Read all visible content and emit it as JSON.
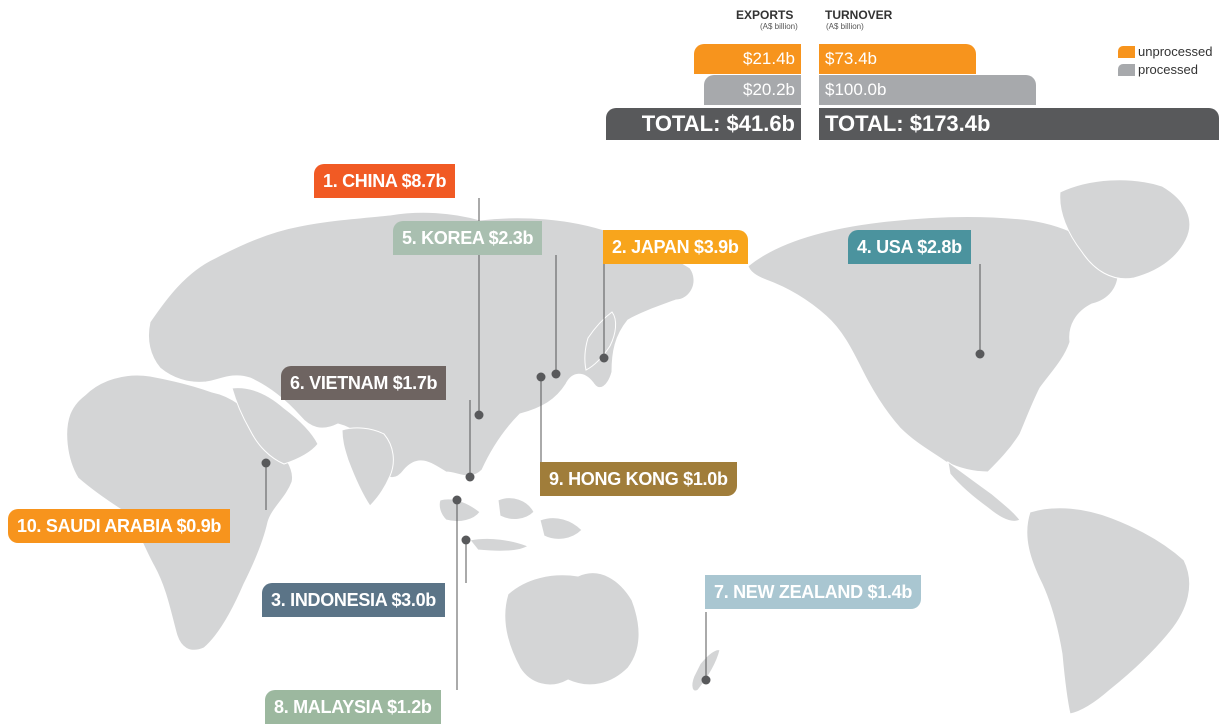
{
  "chart_data": {
    "type": "bar",
    "headers": {
      "exports": "EXPORTS",
      "exports_unit": "(A$ billion)",
      "turnover": "TURNOVER",
      "turnover_unit": "(A$ billion)"
    },
    "series": [
      {
        "name": "unprocessed",
        "color": "#f7941d",
        "exports_label": "$21.4b",
        "turnover_label": "$73.4b",
        "exports": 21.4,
        "turnover": 73.4
      },
      {
        "name": "processed",
        "color": "#a7a9ac",
        "exports_label": "$20.2b",
        "turnover_label": "$100.0b",
        "exports": 20.2,
        "turnover": 100.0
      }
    ],
    "totals": {
      "exports_label": "TOTAL: $41.6b",
      "turnover_label": "TOTAL: $173.4b",
      "exports": 41.6,
      "turnover": 173.4,
      "color": "#58595b"
    },
    "legend": {
      "placement": "top-right",
      "items": [
        "unprocessed",
        "processed"
      ]
    },
    "destinations": [
      {
        "rank": 1,
        "label": "1. CHINA $8.7b",
        "country": "CHINA",
        "value": 8.7,
        "color": "#f15a24"
      },
      {
        "rank": 2,
        "label": "2. JAPAN $3.9b",
        "country": "JAPAN",
        "value": 3.9,
        "color": "#f8a51c"
      },
      {
        "rank": 3,
        "label": "3. INDONESIA $3.0b",
        "country": "INDONESIA",
        "value": 3.0,
        "color": "#5b7487"
      },
      {
        "rank": 4,
        "label": "4. USA $2.8b",
        "country": "USA",
        "value": 2.8,
        "color": "#4b939e"
      },
      {
        "rank": 5,
        "label": "5. KOREA $2.3b",
        "country": "KOREA",
        "value": 2.3,
        "color": "#a9bfb0"
      },
      {
        "rank": 6,
        "label": "6. VIETNAM $1.7b",
        "country": "VIETNAM",
        "value": 1.7,
        "color": "#6e6461"
      },
      {
        "rank": 7,
        "label": "7. NEW ZEALAND $1.4b",
        "country": "NEW ZEALAND",
        "value": 1.4,
        "color": "#a9c6d1"
      },
      {
        "rank": 8,
        "label": "8. MALAYSIA $1.2b",
        "country": "MALAYSIA",
        "value": 1.2,
        "color": "#9cb89f"
      },
      {
        "rank": 9,
        "label": "9. HONG KONG $1.0b",
        "country": "HONG KONG",
        "value": 1.0,
        "color": "#a07d3a"
      },
      {
        "rank": 10,
        "label": "10. SAUDI ARABIA $0.9b",
        "country": "SAUDI ARABIA",
        "value": 0.9,
        "color": "#f7941d"
      }
    ]
  }
}
